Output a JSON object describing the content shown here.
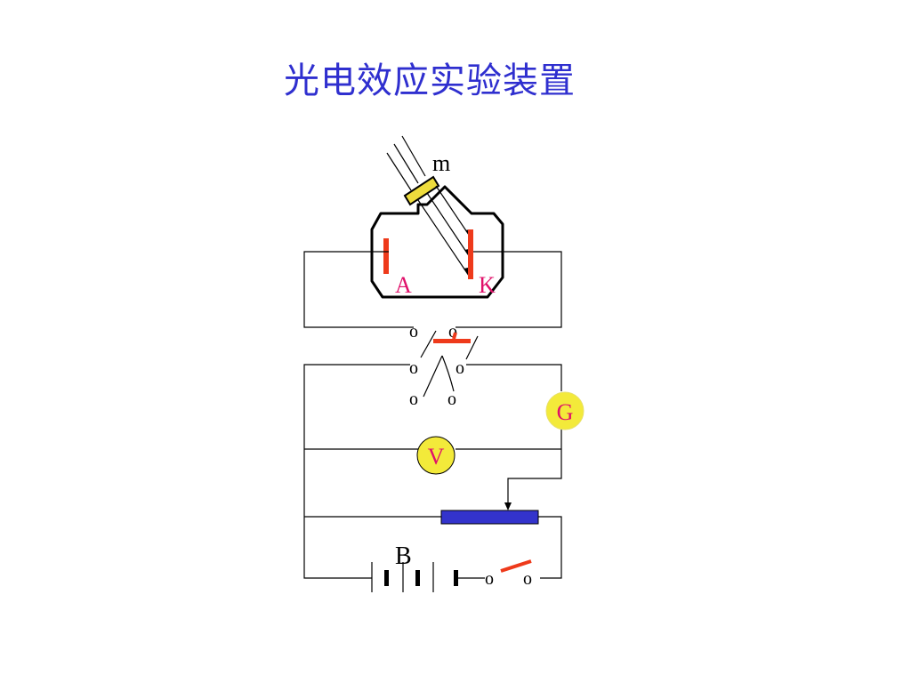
{
  "title": "光电效应实验装置",
  "labels": {
    "source": "m",
    "anode": "A",
    "cathode": "K",
    "galvanometer": "G",
    "voltmeter": "V",
    "battery": "B",
    "terminal": "o"
  },
  "colors": {
    "title": "#2f2fcf",
    "electrode": "#ee3a1b",
    "electrode_label": "#e0106a",
    "meter_fill": "#f3ea3a",
    "rheostat": "#3333cc",
    "source_tube": "#eedc3c",
    "wire": "#000000"
  }
}
